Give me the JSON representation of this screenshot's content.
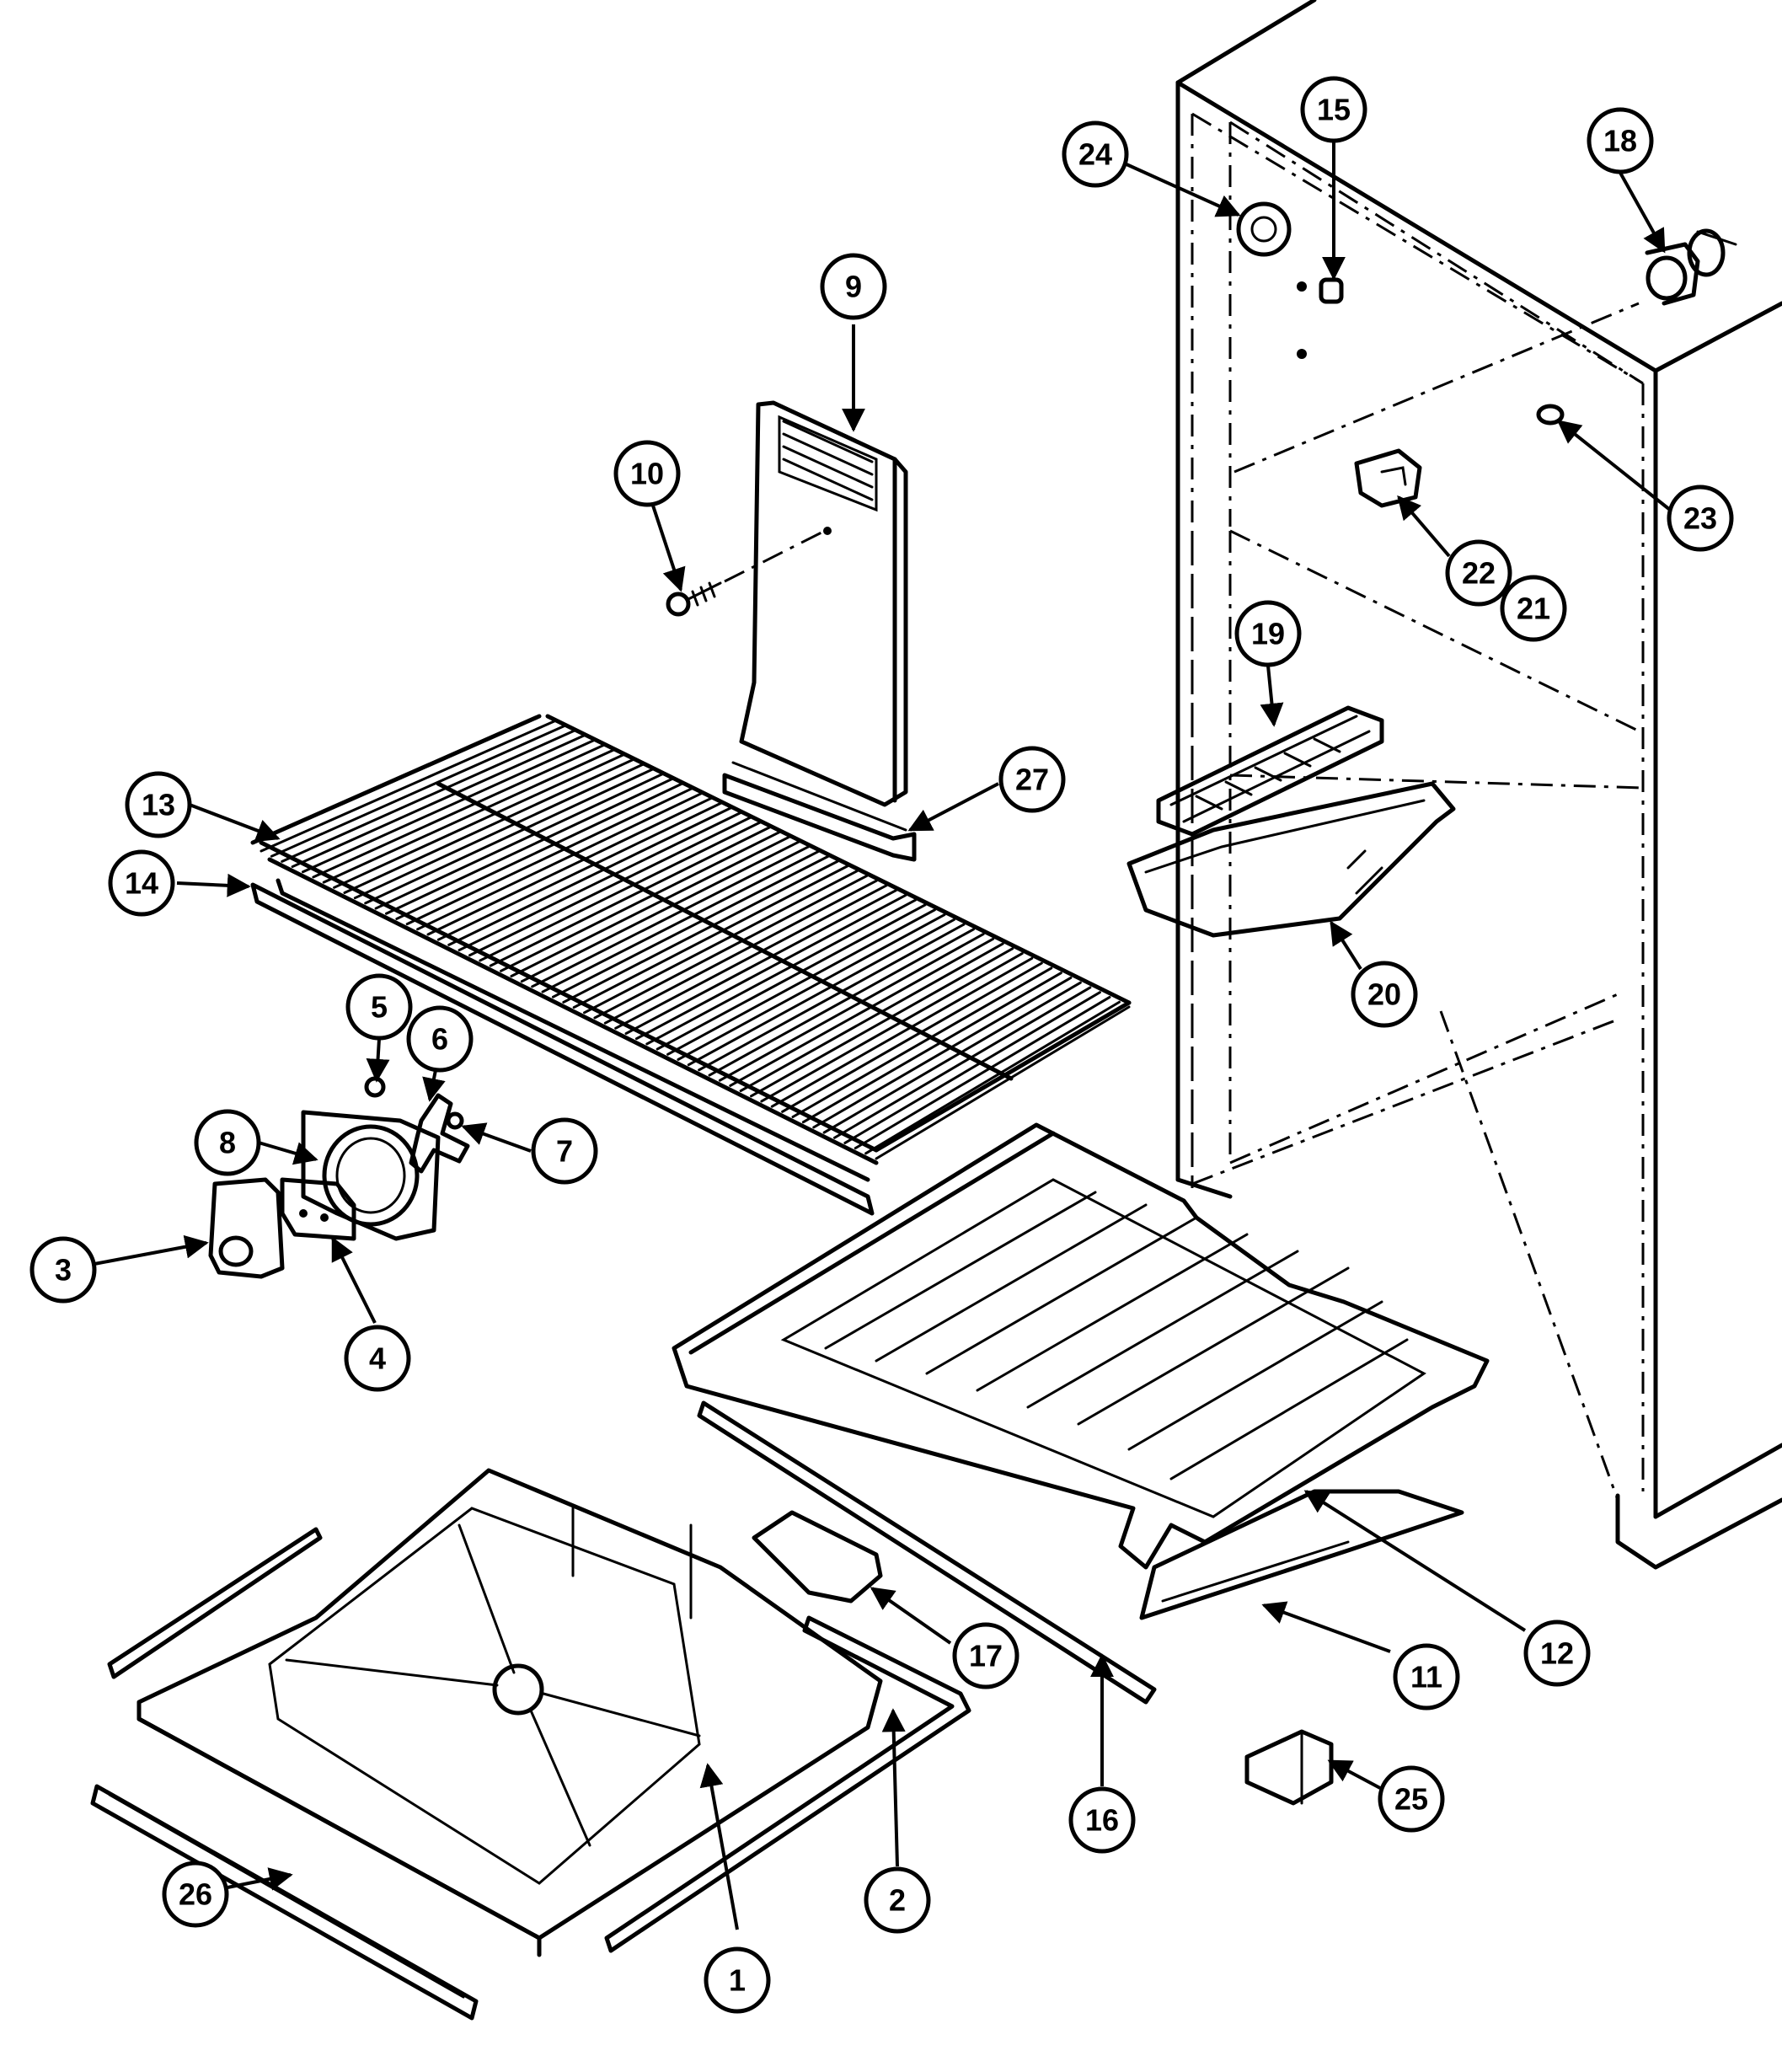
{
  "callouts": [
    {
      "label": "1"
    },
    {
      "label": "2"
    },
    {
      "label": "3"
    },
    {
      "label": "4"
    },
    {
      "label": "5"
    },
    {
      "label": "6"
    },
    {
      "label": "7"
    },
    {
      "label": "8"
    },
    {
      "label": "9"
    },
    {
      "label": "10"
    },
    {
      "label": "11"
    },
    {
      "label": "12"
    },
    {
      "label": "13"
    },
    {
      "label": "14"
    },
    {
      "label": "15"
    },
    {
      "label": "16"
    },
    {
      "label": "17"
    },
    {
      "label": "18"
    },
    {
      "label": "19"
    },
    {
      "label": "20"
    },
    {
      "label": "21"
    },
    {
      "label": "22"
    },
    {
      "label": "23"
    },
    {
      "label": "24"
    },
    {
      "label": "25"
    },
    {
      "label": "26"
    },
    {
      "label": "27"
    }
  ]
}
